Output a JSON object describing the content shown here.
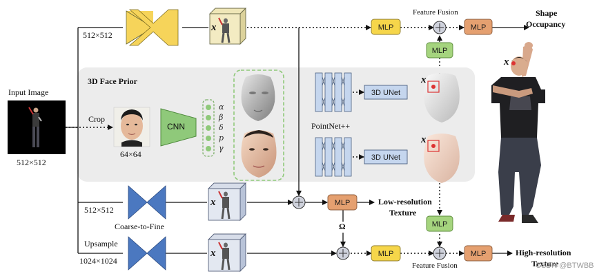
{
  "labels": {
    "input_image": "Input Image",
    "input_size": "512×512",
    "top_size": "512×512",
    "crop": "Crop",
    "face_size": "64×64",
    "cnn": "CNN",
    "face_prior": "3D Face Prior",
    "pointnet": "PointNet++",
    "unet": "3D UNet",
    "mid_size": "512×512",
    "coarse_to_fine": "Coarse-to-Fine",
    "upsample": "Upsample",
    "bottom_size": "1024×1024",
    "feature_fusion": "Feature Fusion",
    "shape_occupancy_1": "Shape",
    "shape_occupancy_2": "Occupancy",
    "low_res_texture_1": "Low-resolution",
    "low_res_texture_2": "Texture",
    "high_res_texture_1": "High-resolution",
    "high_res_texture_2": "Texture",
    "mlp": "MLP",
    "omega": "Ω",
    "query_point": "x",
    "watermark": "CSDN @BTWBB"
  },
  "greek": [
    "α",
    "β",
    "δ",
    "p",
    "γ"
  ],
  "colors": {
    "mlp_yellow": "#f6d64a",
    "mlp_orange": "#e5a070",
    "mlp_green": "#a5d47e",
    "encoder_yellow": "#f6d45a",
    "encoder_blue": "#4b78c0",
    "unet_blue": "#c5d6ee",
    "cnn_green": "#8fc97a",
    "prior_panel": "#ececec"
  }
}
